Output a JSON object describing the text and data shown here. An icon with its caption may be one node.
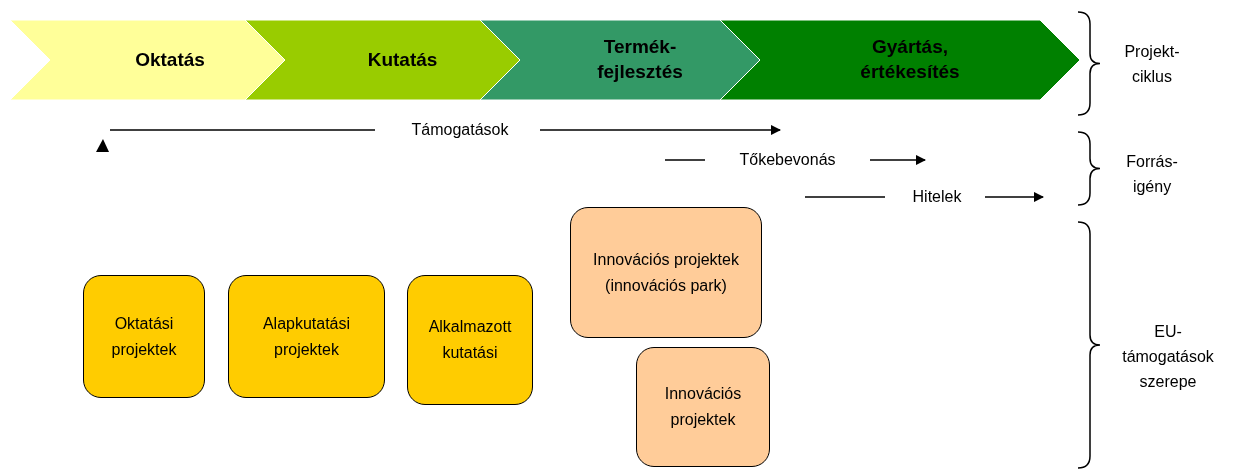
{
  "diagram": {
    "nodes": [
      {
        "text": [
          "Oktatás"
        ]
      },
      {
        "text": [
          "Kutatás"
        ]
      },
      {
        "text": [
          "Termék- fejlesztés"
        ]
      },
      {
        "text": [
          "Gyártás, értékesítés"
        ]
      },
      {
        "text": [
          "Oktatási projektek"
        ]
      },
      {
        "text": [
          "Alapkutatási projektek"
        ]
      },
      {
        "text": [
          "Alkalmazott kutatási"
        ]
      },
      {
        "text": [
          "Innovációs projektek (innovációs park)"
        ]
      },
      {
        "text": [
          "Innovációs projektek"
        ]
      }
    ],
    "labels": [
      "Támogatások",
      "Tőkebevonás",
      "Hitelek",
      "Projekt- ciklus",
      "Forrás- igény",
      "EU- támogatások szerepe"
    ]
  }
}
